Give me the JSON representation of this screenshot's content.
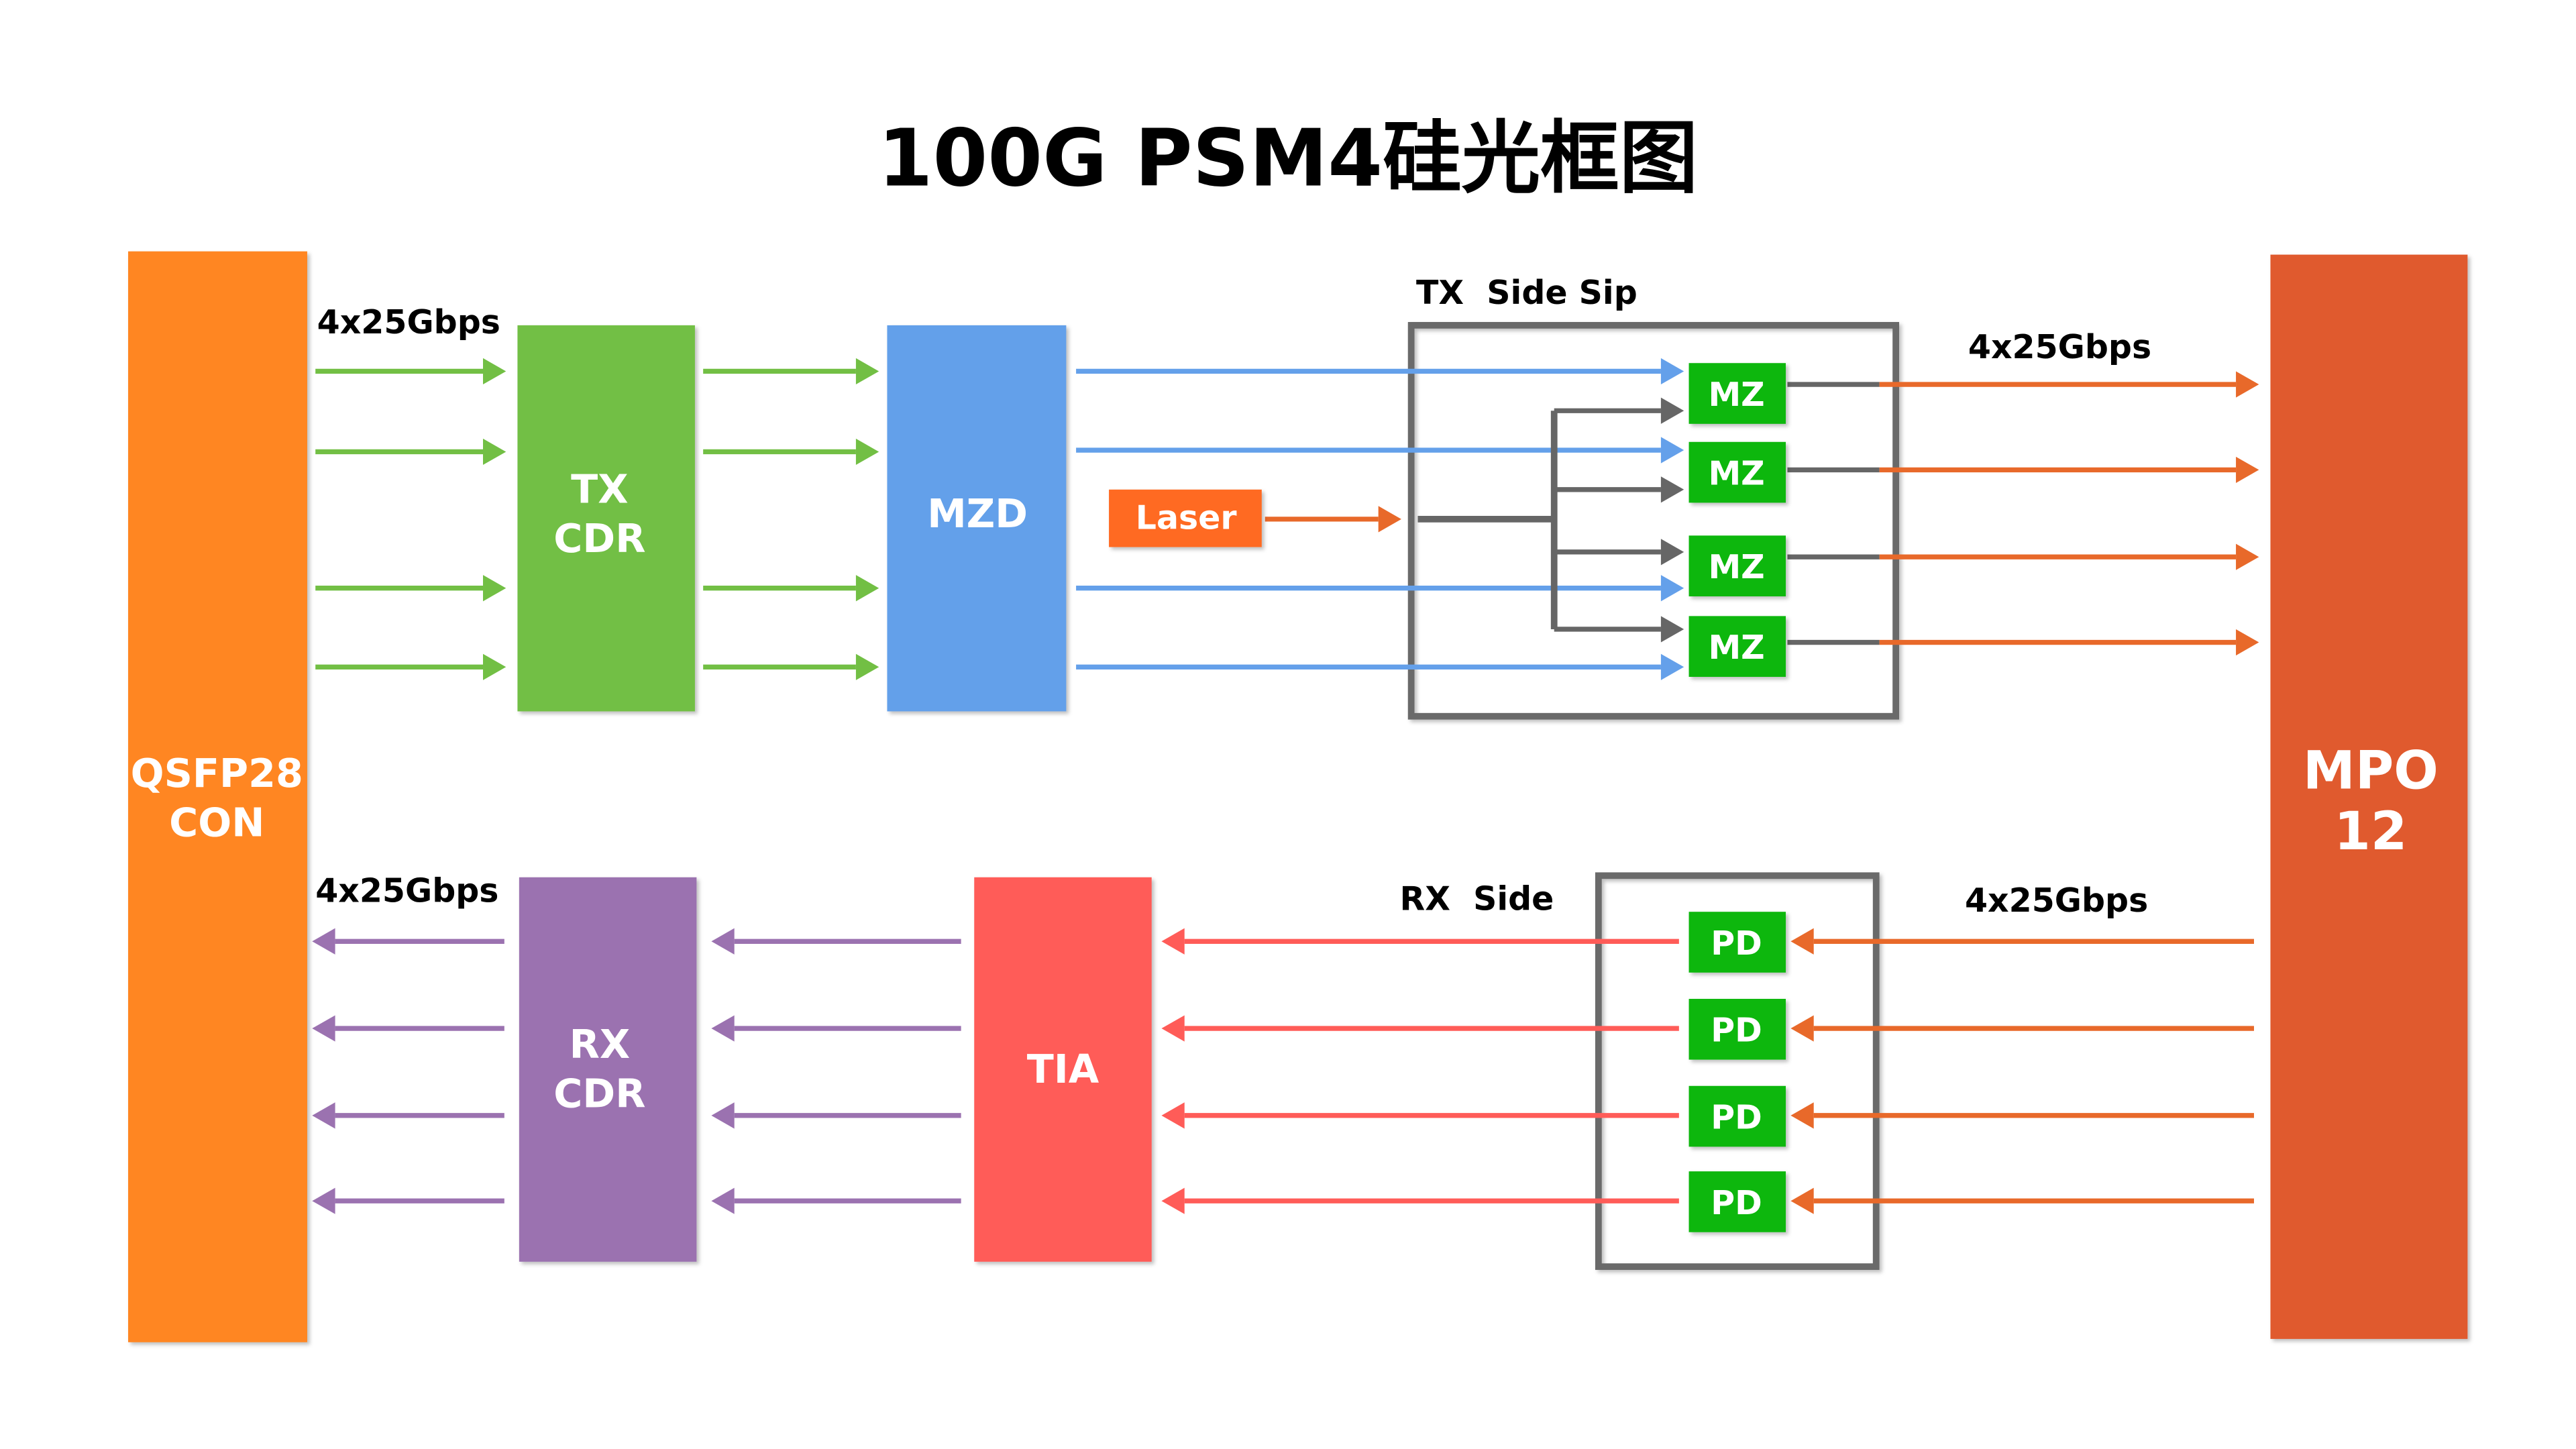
{
  "title": "100G PSM4硅光框图",
  "colors": {
    "qsfp": "#FF8621",
    "tx_cdr": "#72BF44",
    "mzd": "#64A0EA",
    "laser": "#FF6B22",
    "mz": "#0DB70D",
    "pd": "#0DB70D",
    "mpo": "#E05A2E",
    "rx_cdr": "#9B72B0",
    "tia": "#FF5C58",
    "green_arrow": "#72BF44",
    "blue_arrow": "#64A0EA",
    "gray_line": "#666666",
    "orange_arrow": "#E8692A",
    "red_arrow": "#FF5C58",
    "purple_arrow": "#9B72B0",
    "frame": "#6b6b6b"
  },
  "blocks": {
    "qsfp": {
      "line1": "QSFP28",
      "line2": "CON"
    },
    "tx_cdr": {
      "line1": "TX",
      "line2": "CDR"
    },
    "mzd": {
      "label": "MZD"
    },
    "laser": {
      "label": "Laser"
    },
    "mpo": {
      "line1": "MPO",
      "line2": "12"
    },
    "rx_cdr": {
      "line1": "RX",
      "line2": "CDR"
    },
    "tia": {
      "label": "TIA"
    }
  },
  "tx_side": {
    "label": "TX  Side Sip",
    "modulators": [
      "MZ",
      "MZ",
      "MZ",
      "MZ"
    ]
  },
  "rx_side": {
    "label": "RX  Side",
    "detectors": [
      "PD",
      "PD",
      "PD",
      "PD"
    ]
  },
  "rate_labels": {
    "tx_input": "4x25Gbps",
    "tx_output": "4x25Gbps",
    "rx_output": "4x25Gbps",
    "rx_input": "4x25Gbps"
  }
}
